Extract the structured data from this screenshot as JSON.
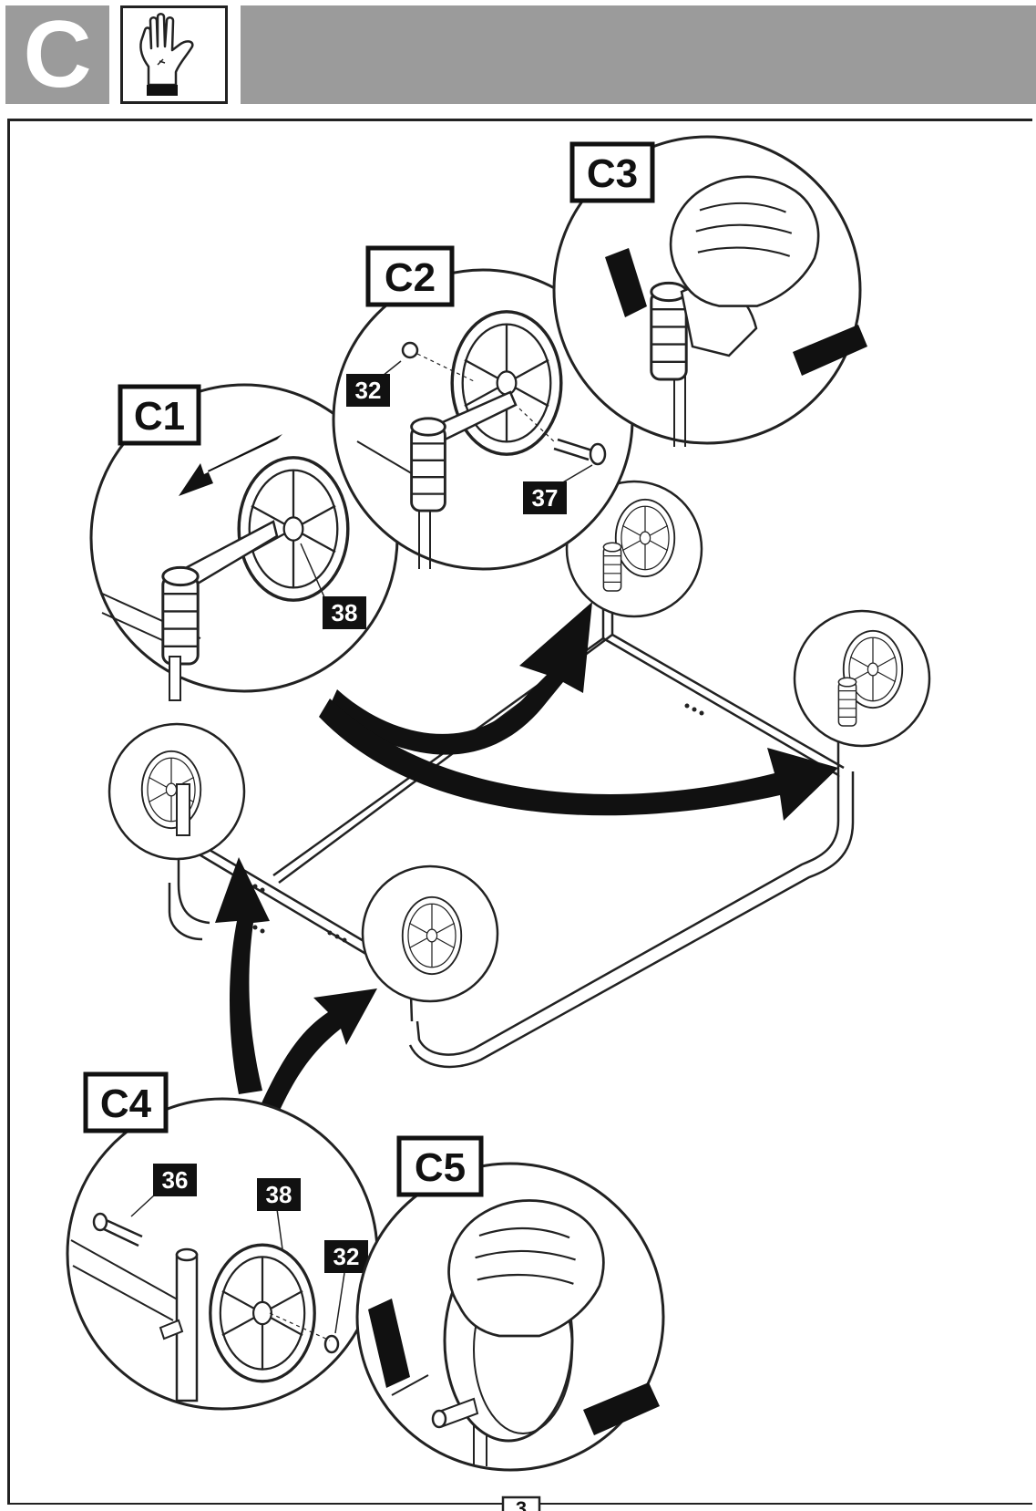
{
  "header": {
    "step_letter": "C",
    "hand_icon": "hand-icon"
  },
  "steps": [
    {
      "id": "C1",
      "label": "C1",
      "parts": [
        "38"
      ]
    },
    {
      "id": "C2",
      "label": "C2",
      "parts": [
        "32",
        "37"
      ]
    },
    {
      "id": "C3",
      "label": "C3",
      "parts": []
    },
    {
      "id": "C4",
      "label": "C4",
      "parts": [
        "36",
        "38",
        "32"
      ]
    },
    {
      "id": "C5",
      "label": "C5",
      "parts": []
    }
  ],
  "part_labels": {
    "c1_38": "38",
    "c2_32": "32",
    "c2_37": "37",
    "c4_36": "36",
    "c4_38": "38",
    "c4_32": "32"
  },
  "page_number": "3",
  "colors": {
    "header_gray": "#9b9b9b",
    "ink": "#111111",
    "paper": "#ffffff"
  }
}
